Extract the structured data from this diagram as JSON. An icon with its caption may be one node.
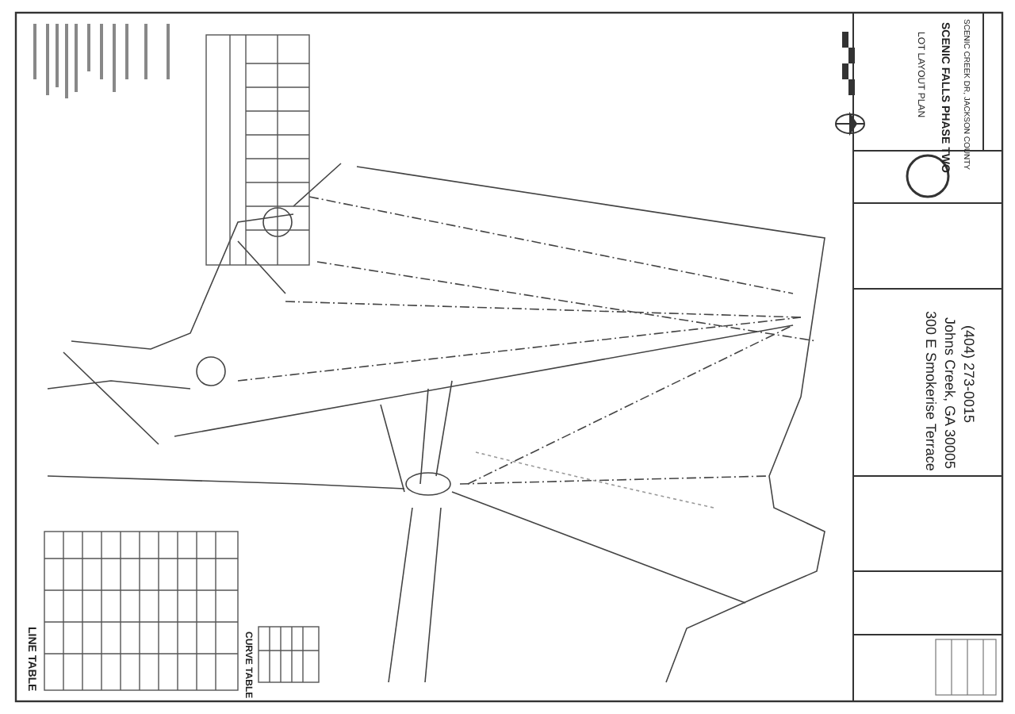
{
  "diagram": {
    "labels": [
      "LOT LAYOUT PLAN",
      "SCENIC FALLS PHASE TWO",
      "SCENIC CREEK DR, JACKSON COUNTY",
      "300 E Smokerise Terrace",
      "Johns Creek, GA 30005",
      "(404) 273-0015",
      "LINE TABLE",
      "CURVE TABLE"
    ]
  }
}
